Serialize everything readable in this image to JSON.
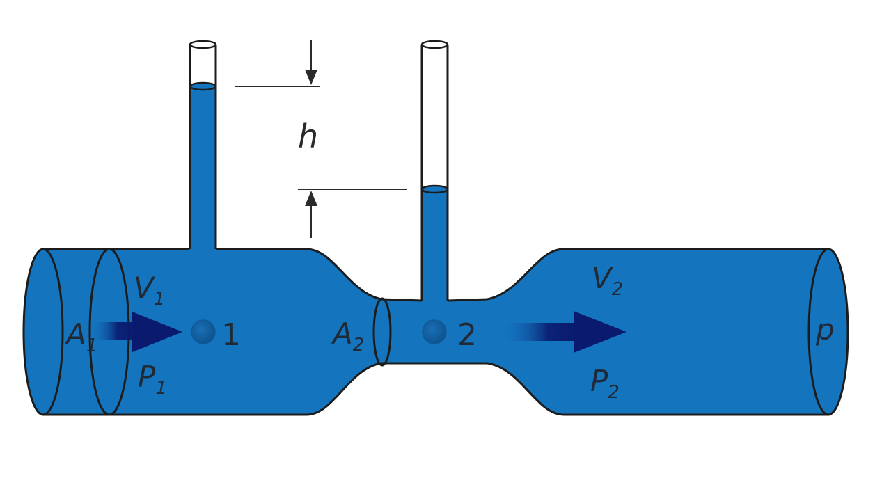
{
  "title": "Venturi meter",
  "colors": {
    "fluid": "#1474BE",
    "outline": "#1c1c1c",
    "arrow_dark": "#0a1a6e",
    "background": "#ffffff"
  },
  "labels": {
    "area_1": "A",
    "area_1_sub": "1",
    "velocity_1": "V",
    "velocity_1_sub": "1",
    "pressure_1": "P",
    "pressure_1_sub": "1",
    "point_1": "1",
    "area_2": "A",
    "area_2_sub": "2",
    "point_2": "2",
    "velocity_2": "V",
    "velocity_2_sub": "2",
    "pressure_2": "P",
    "pressure_2_sub": "2",
    "density": "p",
    "height_difference": "h"
  },
  "icons": {
    "flow_arrow_1": "flow-arrow-right",
    "flow_arrow_2": "flow-arrow-right",
    "dimension_arrow_down": "arrow-down",
    "dimension_arrow_up": "arrow-up"
  }
}
